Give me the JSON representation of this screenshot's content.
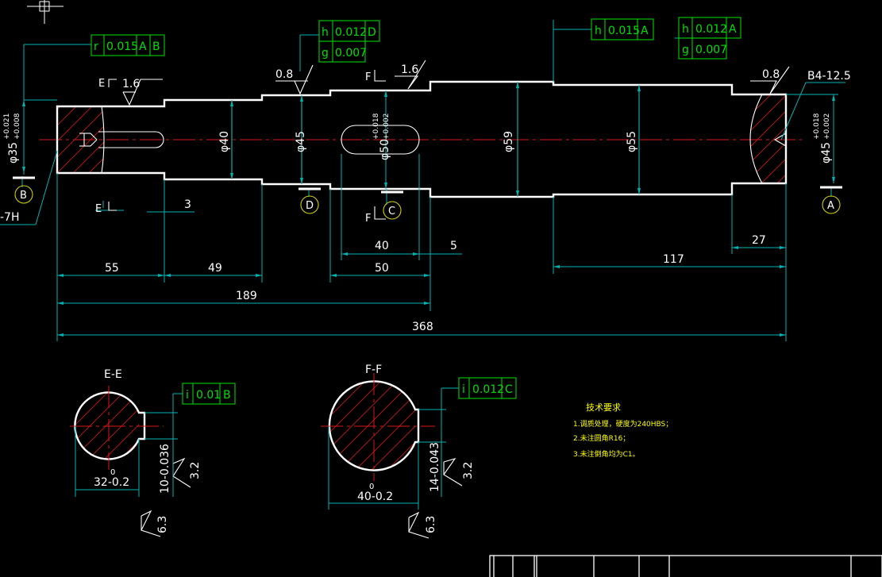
{
  "dimensions": {
    "d55": "55",
    "d49": "49",
    "d189": "189",
    "d368": "368",
    "d40": "40",
    "d50": "50",
    "d5": "5",
    "d117": "117",
    "d27": "27",
    "d3": "3"
  },
  "diameters": {
    "left_end": "φ35",
    "left_end_tol_upper": "+0.021",
    "left_end_tol_lower": "+0.008",
    "d40": "φ40",
    "d45": "φ45",
    "mid": "φ50",
    "mid_tol_upper": "+0.018",
    "mid_tol_lower": "+0.002",
    "d59": "φ59",
    "d55": "φ55",
    "right_end": "φ45",
    "right_end_tol_upper": "+0.018",
    "right_end_tol_lower": "+0.002"
  },
  "tolerance_frames": {
    "runout_left": [
      "r",
      "0.015",
      "A",
      "B"
    ],
    "d_frame": [
      [
        "h",
        "0.012",
        "D"
      ],
      [
        "g",
        "0.007"
      ]
    ],
    "a_frame": [
      "h",
      "0.015",
      "A"
    ],
    "right_frame": [
      [
        "h",
        "0.012",
        "A"
      ],
      [
        "g",
        "0.007"
      ]
    ],
    "section_e": [
      "i",
      "0.01",
      "B"
    ],
    "section_f": [
      "i",
      "0.012",
      "C"
    ]
  },
  "roughness": {
    "r16_left": "1.6",
    "r08_mid": "0.8",
    "r16_mid": "1.6",
    "r08_right": "0.8",
    "r32": "3.2",
    "r63": "6.3"
  },
  "datums": {
    "a": "A",
    "b": "B",
    "c": "C",
    "d": "D"
  },
  "section_marks": {
    "e": "E",
    "f": "F"
  },
  "labels": {
    "b4": "B4-12.5",
    "seven_h": "-7H"
  },
  "sections": {
    "ee_title": "E-E",
    "ee_width": "32-0.2",
    "ee_key": "10-0.036",
    "ee_key_upper": "0",
    "ff_title": "F-F",
    "ff_width": "40-0.2",
    "ff_key": "14-0.043",
    "ff_key_upper": "0"
  },
  "notes": {
    "title": "技术要求",
    "items": [
      "1.调质处理，硬度为240HBS；",
      "2.未注圆角R16；",
      "3.未注倒角均为C1。"
    ]
  }
}
